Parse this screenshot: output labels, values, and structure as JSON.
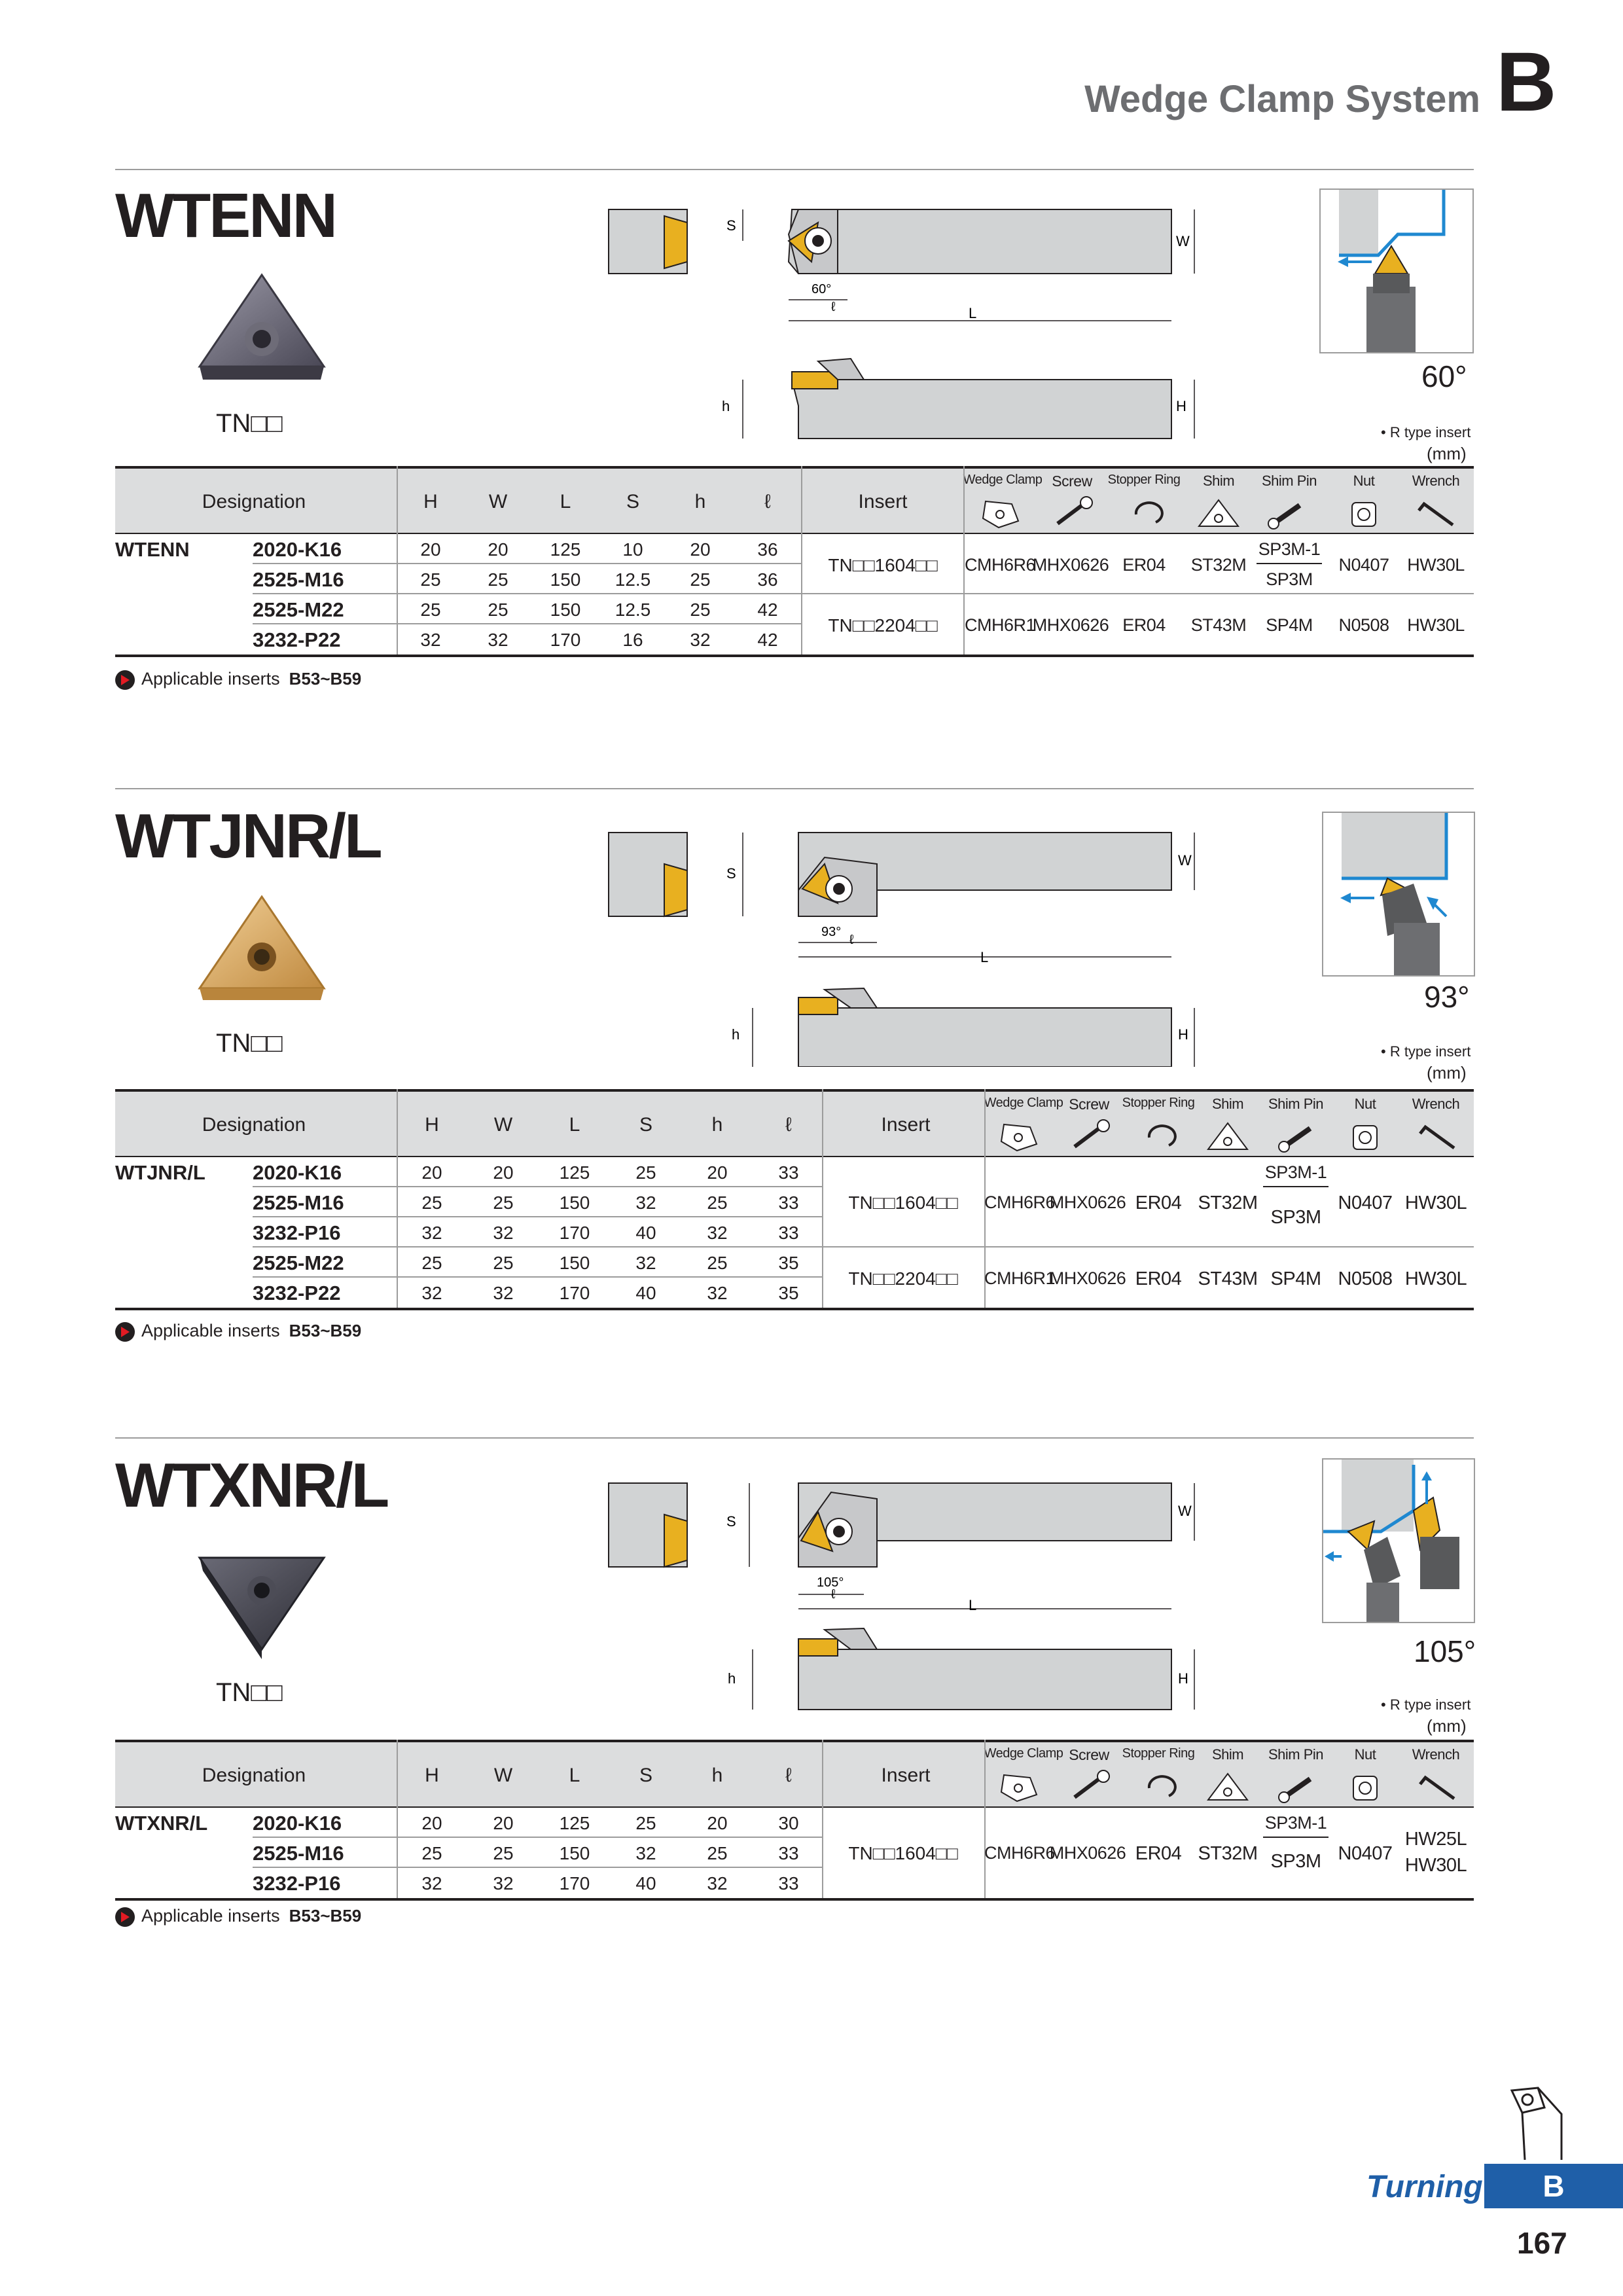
{
  "header": {
    "title": "Wedge Clamp System",
    "section_letter": "B"
  },
  "footer": {
    "category": "Turning",
    "tab_letter": "B",
    "page_number": "167"
  },
  "common": {
    "tn_label": "TN□□",
    "r_note": "• R type insert",
    "unit": "(mm)",
    "applicable_label": "Applicable inserts",
    "applicable_range": "B53~B59",
    "dims": {
      "S": "S",
      "W": "W",
      "L": "L",
      "h": "h",
      "H": "H",
      "l": "ℓ"
    },
    "columns": {
      "designation": "Designation",
      "H": "H",
      "W": "W",
      "L": "L",
      "S": "S",
      "h": "h",
      "l": "ℓ",
      "insert": "Insert",
      "wedge_clamp": "Wedge Clamp",
      "screw": "Screw",
      "stopper_ring": "Stopper Ring",
      "shim": "Shim",
      "shim_pin": "Shim Pin",
      "nut": "Nut",
      "wrench": "Wrench"
    }
  },
  "sections": [
    {
      "model": "WTENN",
      "angle": "60°",
      "diagram_angle": "60°",
      "rows": [
        {
          "series": "WTENN",
          "code": "2020-K16",
          "H": "20",
          "W": "20",
          "L": "125",
          "S": "10",
          "h": "20",
          "l": "36"
        },
        {
          "series": "",
          "code": "2525-M16",
          "H": "25",
          "W": "25",
          "L": "150",
          "S": "12.5",
          "h": "25",
          "l": "36"
        },
        {
          "series": "",
          "code": "2525-M22",
          "H": "25",
          "W": "25",
          "L": "150",
          "S": "12.5",
          "h": "25",
          "l": "42"
        },
        {
          "series": "",
          "code": "3232-P22",
          "H": "32",
          "W": "32",
          "L": "170",
          "S": "16",
          "h": "32",
          "l": "42"
        }
      ],
      "groups": [
        {
          "insert": "TN□□1604□□",
          "wedge_clamp": "CMH6R6",
          "screw": "MHX0626",
          "stopper_ring": "ER04",
          "shim": "ST32M",
          "shim_pin_a": "SP3M-1",
          "shim_pin_b": "SP3M",
          "nut": "N0407",
          "wrench_a": "HW30L",
          "wrench_b": ""
        },
        {
          "insert": "TN□□2204□□",
          "wedge_clamp": "CMH6R1",
          "screw": "MHX0626",
          "stopper_ring": "ER04",
          "shim": "ST43M",
          "shim_pin_a": "SP4M",
          "shim_pin_b": "",
          "nut": "N0508",
          "wrench_a": "HW30L",
          "wrench_b": ""
        }
      ]
    },
    {
      "model": "WTJNR/L",
      "angle": "93°",
      "diagram_angle": "93°",
      "rows": [
        {
          "series": "WTJNR/L",
          "code": "2020-K16",
          "H": "20",
          "W": "20",
          "L": "125",
          "S": "25",
          "h": "20",
          "l": "33"
        },
        {
          "series": "",
          "code": "2525-M16",
          "H": "25",
          "W": "25",
          "L": "150",
          "S": "32",
          "h": "25",
          "l": "33"
        },
        {
          "series": "",
          "code": "3232-P16",
          "H": "32",
          "W": "32",
          "L": "170",
          "S": "40",
          "h": "32",
          "l": "33"
        },
        {
          "series": "",
          "code": "2525-M22",
          "H": "25",
          "W": "25",
          "L": "150",
          "S": "32",
          "h": "25",
          "l": "35"
        },
        {
          "series": "",
          "code": "3232-P22",
          "H": "32",
          "W": "32",
          "L": "170",
          "S": "40",
          "h": "32",
          "l": "35"
        }
      ],
      "groups": [
        {
          "insert": "TN□□1604□□",
          "wedge_clamp": "CMH6R6",
          "screw": "MHX0626",
          "stopper_ring": "ER04",
          "shim": "ST32M",
          "shim_pin_a": "SP3M-1",
          "shim_pin_b": "SP3M",
          "nut": "N0407",
          "wrench_a": "HW30L",
          "wrench_b": ""
        },
        {
          "insert": "TN□□2204□□",
          "wedge_clamp": "CMH6R1",
          "screw": "MHX0626",
          "stopper_ring": "ER04",
          "shim": "ST43M",
          "shim_pin_a": "SP4M",
          "shim_pin_b": "",
          "nut": "N0508",
          "wrench_a": "HW30L",
          "wrench_b": ""
        }
      ]
    },
    {
      "model": "WTXNR/L",
      "angle": "105°",
      "diagram_angle": "105°",
      "rows": [
        {
          "series": "WTXNR/L",
          "code": "2020-K16",
          "H": "20",
          "W": "20",
          "L": "125",
          "S": "25",
          "h": "20",
          "l": "30"
        },
        {
          "series": "",
          "code": "2525-M16",
          "H": "25",
          "W": "25",
          "L": "150",
          "S": "32",
          "h": "25",
          "l": "33"
        },
        {
          "series": "",
          "code": "3232-P16",
          "H": "32",
          "W": "32",
          "L": "170",
          "S": "40",
          "h": "32",
          "l": "33"
        }
      ],
      "groups": [
        {
          "insert": "TN□□1604□□",
          "wedge_clamp": "CMH6R6",
          "screw": "MHX0626",
          "stopper_ring": "ER04",
          "shim": "ST32M",
          "shim_pin_a": "SP3M-1",
          "shim_pin_b": "SP3M",
          "nut": "N0407",
          "wrench_a": "HW25L",
          "wrench_b": "HW30L"
        }
      ]
    }
  ],
  "colors": {
    "accent_blue": "#1f5fa8",
    "insert_gold": "#e8b020",
    "holder_gray": "#d1d3d4",
    "header_gray": "#dcddde"
  }
}
